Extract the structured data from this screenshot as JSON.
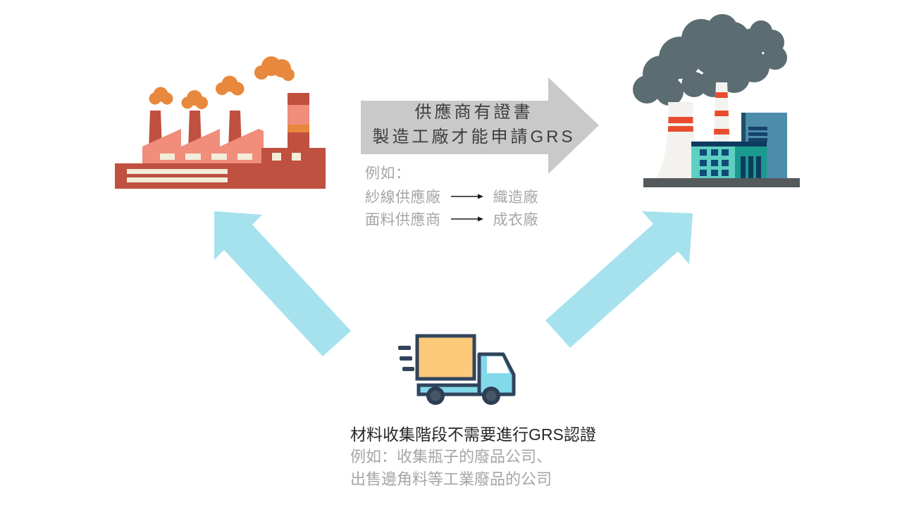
{
  "center_arrow": {
    "label_line1": "供應商有證書",
    "label_line2": "製造工廠才能申請GRS",
    "fill": "#c9c9c9",
    "text_color": "#3d3d3d"
  },
  "supplier_example": {
    "intro": "例如：",
    "rows": [
      {
        "from": "紗線供應廠",
        "to": "織造廠"
      },
      {
        "from": "面料供應商",
        "to": "成衣廠"
      }
    ],
    "text_color": "#a6a6a6"
  },
  "collection_note": {
    "title": "材料收集階段不需要進行GRS認證",
    "line1": "例如：收集瓶子的廢品公司、",
    "line2": "出售邊角料等工業廢品的公司",
    "title_color": "#262626",
    "text_color": "#a6a6a6"
  },
  "icons": {
    "left": "factory-icon",
    "right": "industrial-plant-icon",
    "bottom": "delivery-truck-icon",
    "center": "right-arrow",
    "diagonals": [
      "up-left-arrow",
      "up-right-arrow"
    ],
    "inline": "small-right-arrow"
  },
  "palette": {
    "arrow_cyan": "#a5e2ee",
    "arrow_gray": "#c9c9c9",
    "factory_red": "#c0503f",
    "factory_salmon": "#f08d7b",
    "factory_orange": "#e8883c",
    "factory_cream": "#f2ecd9",
    "smoke_gray": "#5c6c73",
    "stripe_red": "#e84c2f",
    "tower_white": "#f3f2ee",
    "teal": "#5ed0c2",
    "teal_dark": "#199a8f",
    "navy": "#0e3a5f",
    "steel_blue": "#4d8cab",
    "truck_navy": "#31445c",
    "truck_cyan": "#82d9e9",
    "truck_orange": "#fcc97b"
  }
}
